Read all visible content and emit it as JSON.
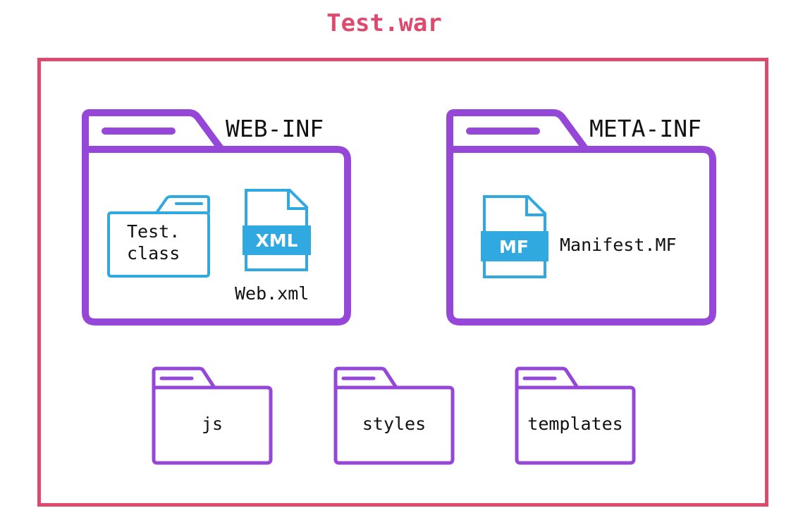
{
  "title": "Test.war",
  "colors": {
    "archive": "#de4a6e",
    "folder": "#9548d8",
    "file": "#2fa9df",
    "text": "#111111",
    "background": "#ffffff"
  },
  "archive": {
    "name": "Test.war",
    "icon": "archive-box",
    "folders": [
      {
        "name": "WEB-INF",
        "icon": "folder-icon",
        "contents": [
          {
            "type": "folder",
            "icon": "folder-icon",
            "label_line1": "Test.",
            "label_line2": "class"
          },
          {
            "type": "file",
            "icon": "xml-file-icon",
            "badge": "XML",
            "label": "Web.xml"
          }
        ]
      },
      {
        "name": "META-INF",
        "icon": "folder-icon",
        "contents": [
          {
            "type": "file",
            "icon": "mf-file-icon",
            "badge": "MF",
            "label": "Manifest.MF"
          }
        ]
      }
    ],
    "small_folders": [
      {
        "name": "js",
        "icon": "folder-icon"
      },
      {
        "name": "styles",
        "icon": "folder-icon"
      },
      {
        "name": "templates",
        "icon": "folder-icon"
      }
    ]
  }
}
